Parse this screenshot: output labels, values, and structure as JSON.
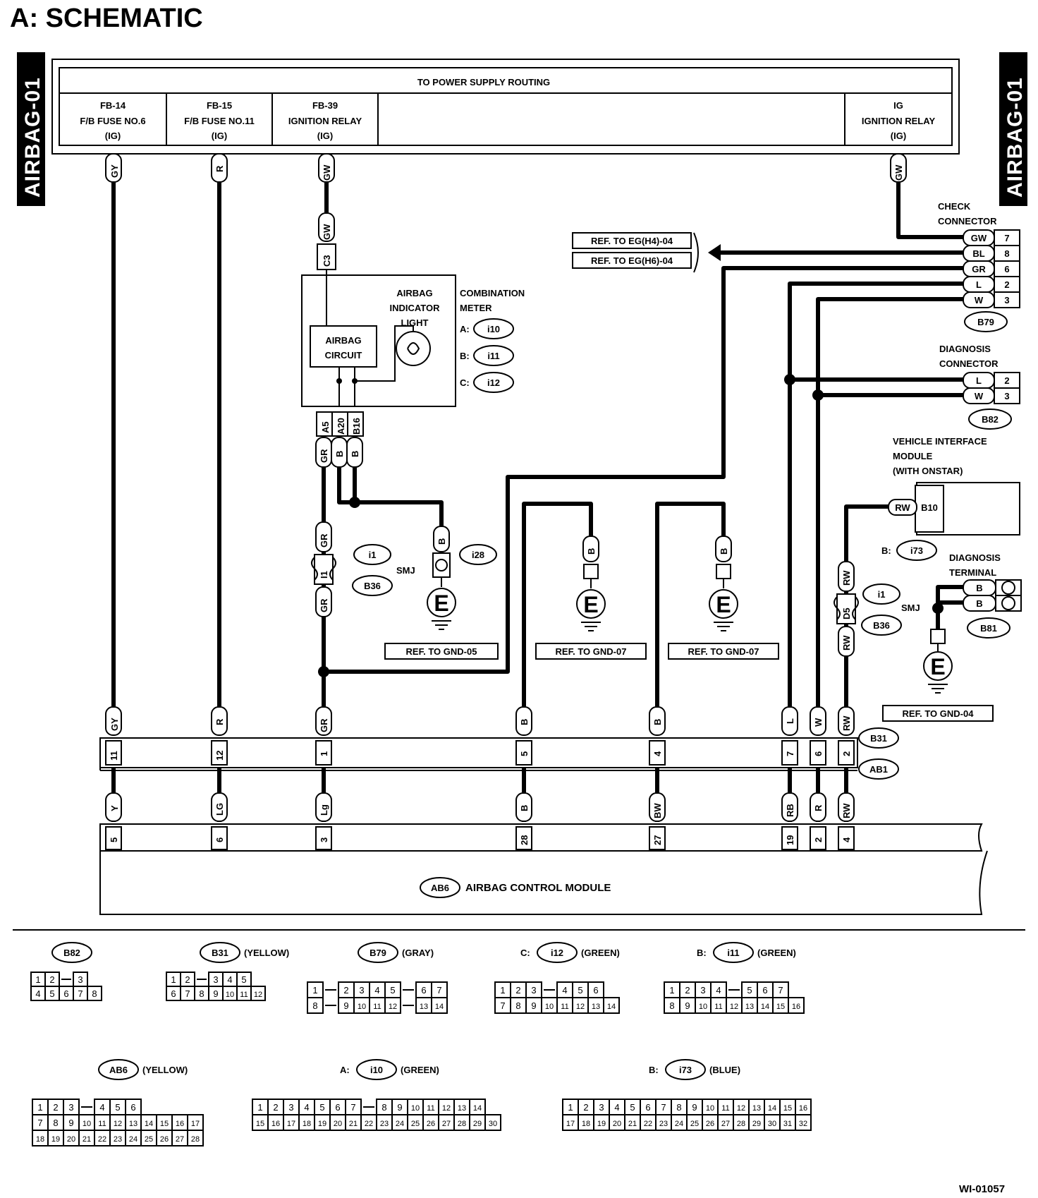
{
  "title": "A:  SCHEMATIC",
  "side_tags": {
    "left": "AIRBAG-01",
    "right": "AIRBAG-01"
  },
  "power": {
    "title": "TO POWER SUPPLY ROUTING",
    "fb14": [
      "FB-14",
      "F/B FUSE NO.6",
      "(IG)"
    ],
    "fb15": [
      "FB-15",
      "F/B FUSE NO.11",
      "(IG)"
    ],
    "fb39": [
      "FB-39",
      "IGNITION RELAY",
      "(IG)"
    ],
    "ig": [
      "IG",
      "IGNITION RELAY",
      "(IG)"
    ]
  },
  "meter": {
    "indicator": [
      "AIRBAG",
      "INDICATOR",
      "LIGHT"
    ],
    "circuit": [
      "AIRBAG",
      "CIRCUIT"
    ],
    "combination": [
      "COMBINATION",
      "METER"
    ],
    "refs": [
      {
        "k": "A:",
        "v": "i10"
      },
      {
        "k": "B:",
        "v": "i11"
      },
      {
        "k": "C:",
        "v": "i12"
      }
    ],
    "pins": [
      "A5",
      "A20",
      "B16"
    ],
    "c3": "C3"
  },
  "check_connector": {
    "label": [
      "CHECK",
      "CONNECTOR"
    ],
    "rows": [
      {
        "c": "GW",
        "p": "7"
      },
      {
        "c": "BL",
        "p": "8"
      },
      {
        "c": "GR",
        "p": "6"
      },
      {
        "c": "L",
        "p": "2"
      },
      {
        "c": "W",
        "p": "3"
      }
    ],
    "id": "B79"
  },
  "diag_connector": {
    "label": [
      "DIAGNOSIS",
      "CONNECTOR"
    ],
    "rows": [
      {
        "c": "L",
        "p": "2"
      },
      {
        "c": "W",
        "p": "3"
      }
    ],
    "id": "B82"
  },
  "refs_eg": [
    "REF. TO EG(H4)-04",
    "REF. TO EG(H6)-04"
  ],
  "vim": {
    "label": [
      "VEHICLE INTERFACE",
      "MODULE",
      "(WITH ONSTAR)"
    ],
    "wire": "RW",
    "pin": "B10",
    "ref_k": "B:",
    "ref_v": "i73"
  },
  "diag_terminal": {
    "label": [
      "DIAGNOSIS",
      "TERMINAL"
    ],
    "rows": [
      "B",
      "B"
    ],
    "id": "B81"
  },
  "smj": {
    "left_label": "SMJ",
    "right_label": "SMJ",
    "i1": "i1",
    "b36": "B36",
    "pin_i1": "I1",
    "pin_d5": "D5"
  },
  "grounds": {
    "i28": "i28",
    "gnd05": "REF. TO GND-05",
    "gnd07a": "REF. TO GND-07",
    "gnd07b": "REF. TO GND-07",
    "gnd04": "REF. TO GND-04",
    "e": "E"
  },
  "wires": {
    "gy": "GY",
    "r": "R",
    "gw": "GW",
    "gr": "GR",
    "b": "B",
    "l": "L",
    "w": "W",
    "rw": "RW",
    "y": "Y",
    "lg": "LG",
    "lgl": "Lg",
    "bw": "BW",
    "rb": "RB"
  },
  "connector_b31": {
    "id": "B31",
    "pins": [
      "11",
      "12",
      "1",
      "5",
      "4",
      "7",
      "6",
      "2"
    ]
  },
  "connector_ab1": {
    "id": "AB1"
  },
  "ab6_pins": [
    "5",
    "6",
    "3",
    "28",
    "27",
    "19",
    "2",
    "4"
  ],
  "module": {
    "id": "AB6",
    "label": "AIRBAG CONTROL MODULE"
  },
  "faces": [
    {
      "id": "B82",
      "ref": "",
      "color": "",
      "rows": [
        [
          "1",
          "2",
          "",
          "3"
        ],
        [
          "4",
          "5",
          "6",
          "7",
          "8"
        ]
      ]
    },
    {
      "id": "B31",
      "ref": "",
      "color": "(YELLOW)",
      "rows": [
        [
          "1",
          "2",
          "",
          "3",
          "4",
          "5"
        ],
        [
          "6",
          "7",
          "8",
          "9",
          "10",
          "11",
          "12"
        ]
      ]
    },
    {
      "id": "B79",
      "ref": "",
      "color": "(GRAY)",
      "rows": [
        [
          "1",
          "",
          "2",
          "3",
          "4",
          "5",
          "",
          "6",
          "7"
        ],
        [
          "8",
          "",
          "9",
          "10",
          "11",
          "12",
          "",
          "13",
          "14"
        ]
      ]
    },
    {
      "id": "i12",
      "ref": "C:",
      "color": "(GREEN)",
      "rows": [
        [
          "1",
          "2",
          "3",
          "",
          "4",
          "5",
          "6"
        ],
        [
          "7",
          "8",
          "9",
          "10",
          "11",
          "12",
          "13",
          "14"
        ]
      ]
    },
    {
      "id": "i11",
      "ref": "B:",
      "color": "(GREEN)",
      "rows": [
        [
          "1",
          "2",
          "3",
          "4",
          "",
          "5",
          "6",
          "7"
        ],
        [
          "8",
          "9",
          "10",
          "11",
          "12",
          "13",
          "14",
          "15",
          "16"
        ]
      ]
    },
    {
      "id": "AB6",
      "ref": "",
      "color": "(YELLOW)",
      "rows": [
        [
          "1",
          "2",
          "3",
          "",
          "4",
          "5",
          "6"
        ],
        [
          "7",
          "8",
          "9",
          "10",
          "11",
          "12",
          "13",
          "14",
          "15",
          "16",
          "17"
        ],
        [
          "18",
          "19",
          "20",
          "21",
          "22",
          "23",
          "24",
          "25",
          "26",
          "27",
          "28"
        ]
      ]
    },
    {
      "id": "i10",
      "ref": "A:",
      "color": "(GREEN)",
      "rows": [
        [
          "1",
          "2",
          "3",
          "4",
          "5",
          "6",
          "7",
          "",
          "8",
          "9",
          "10",
          "11",
          "12",
          "13",
          "14"
        ],
        [
          "15",
          "16",
          "17",
          "18",
          "19",
          "20",
          "21",
          "22",
          "23",
          "24",
          "25",
          "26",
          "27",
          "28",
          "29",
          "30"
        ]
      ]
    },
    {
      "id": "i73",
      "ref": "B:",
      "color": "(BLUE)",
      "rows": [
        [
          "1",
          "2",
          "3",
          "4",
          "5",
          "6",
          "7",
          "8",
          "9",
          "10",
          "11",
          "12",
          "13",
          "14",
          "15",
          "16"
        ],
        [
          "17",
          "18",
          "19",
          "20",
          "21",
          "22",
          "23",
          "24",
          "25",
          "26",
          "27",
          "28",
          "29",
          "30",
          "31",
          "32"
        ]
      ]
    }
  ],
  "figure_id": "WI-01057"
}
